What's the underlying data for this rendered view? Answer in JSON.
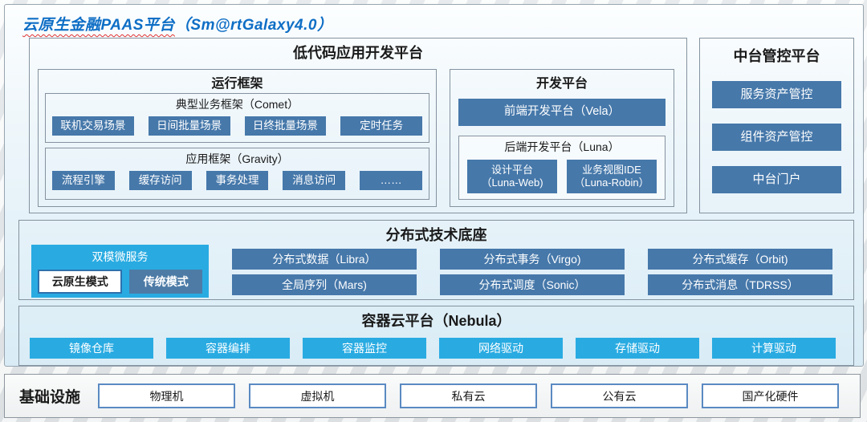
{
  "header": {
    "title_main": "云原生金融PAAS平台",
    "title_suffix": "（Sm@rtGalaxy4.0）"
  },
  "colors": {
    "accent_steel_blue": "#4678aa",
    "accent_cyan": "#29abe2",
    "title_blue": "#0e6ec5",
    "panel_bg": "#d9ecf6"
  },
  "lowcode": {
    "heading": "低代码应用开发平台",
    "runtime": {
      "heading": "运行框架",
      "comet": {
        "label": "典型业务框架（Comet）",
        "items": [
          "联机交易场景",
          "日间批量场景",
          "日终批量场景",
          "定时任务"
        ]
      },
      "gravity": {
        "label": "应用框架（Gravity）",
        "items": [
          "流程引擎",
          "缓存访问",
          "事务处理",
          "消息访问",
          "……"
        ]
      }
    },
    "dev": {
      "heading": "开发平台",
      "vela": "前端开发平台（Vela）",
      "luna": {
        "label": "后端开发平台（Luna）",
        "items": [
          {
            "line1": "设计平台",
            "line2": "（Luna-Web)"
          },
          {
            "line1": "业务视图IDE",
            "line2": "（Luna-Robin）"
          }
        ]
      }
    }
  },
  "midplatform": {
    "heading": "中台管控平台",
    "items": [
      "服务资产管控",
      "组件资产管控",
      "中台门户"
    ]
  },
  "distributed": {
    "heading": "分布式技术底座",
    "dual_mode": {
      "label": "双模微服务",
      "modes": [
        "云原生模式",
        "传统模式"
      ]
    },
    "columns": [
      [
        "分布式数据（Libra）",
        "全局序列（Mars)"
      ],
      [
        "分布式事务（Virgo)",
        "分布式调度（Sonic）"
      ],
      [
        "分布式缓存（Orbit)",
        "分布式消息（TDRSS）"
      ]
    ]
  },
  "nebula": {
    "heading": "容器云平台（Nebula）",
    "items": [
      "镜像仓库",
      "容器编排",
      "容器监控",
      "网络驱动",
      "存储驱动",
      "计算驱动"
    ]
  },
  "infrastructure": {
    "heading": "基础设施",
    "items": [
      "物理机",
      "虚拟机",
      "私有云",
      "公有云",
      "国产化硬件"
    ]
  }
}
